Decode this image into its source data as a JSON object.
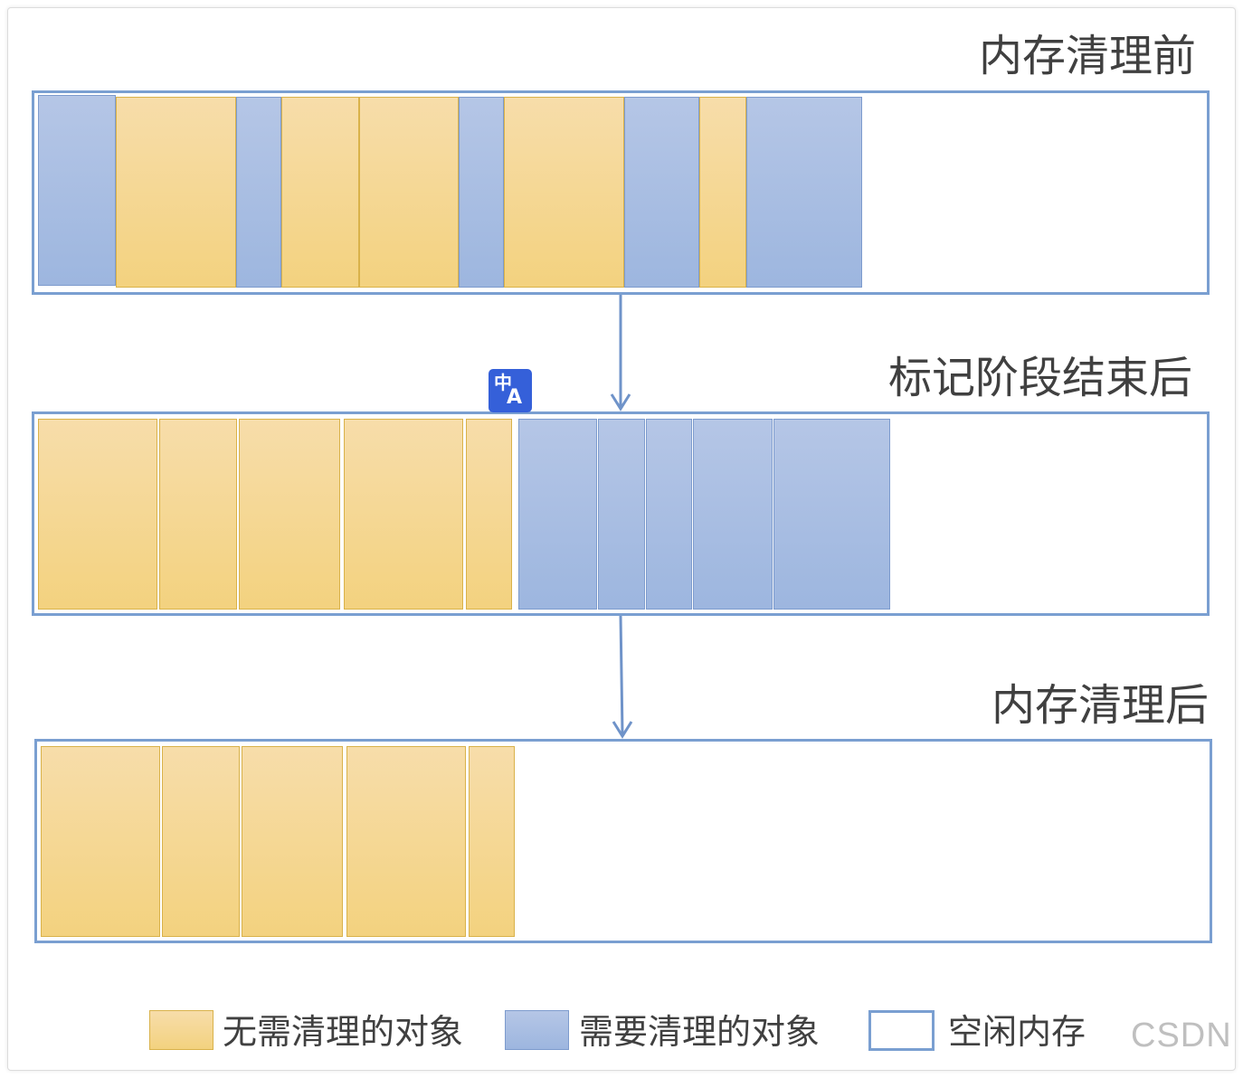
{
  "stages": {
    "before": {
      "title": "内存清理前"
    },
    "marked": {
      "title": "标记阶段结束后"
    },
    "after": {
      "title": "内存清理后"
    }
  },
  "translate_badge": {
    "zh": "中",
    "en": "A"
  },
  "legend": {
    "keep": {
      "label": "无需清理的对象"
    },
    "clean": {
      "label": "需要清理的对象"
    },
    "free": {
      "label": "空闲内存"
    }
  },
  "watermark": "CSDN",
  "colors": {
    "keep_fill": "#f3d27f",
    "clean_fill": "#9db6df",
    "border": "#7a9fd1"
  }
}
